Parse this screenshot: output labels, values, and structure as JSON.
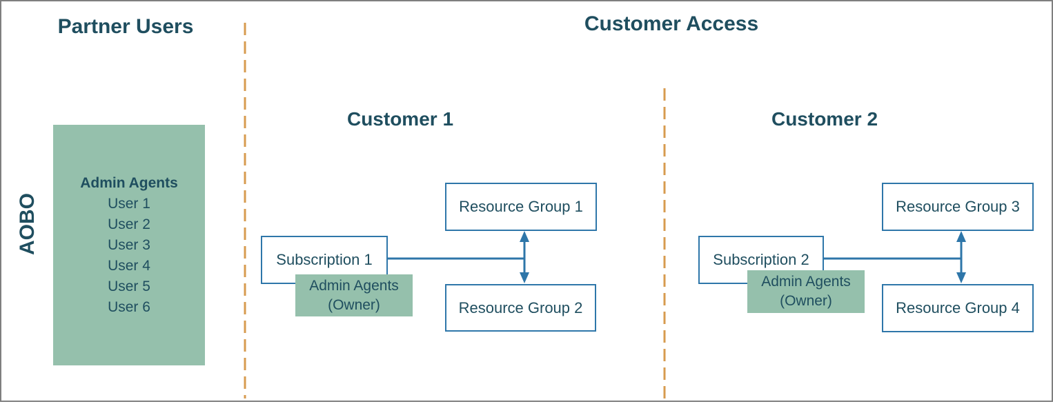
{
  "colors": {
    "text_teal": "#1F4E5F",
    "box_border_blue": "#2E76A9",
    "connector_blue": "#2E76A9",
    "green_fill": "#95C0AC",
    "dash_orange": "#D79B4F",
    "frame_gray": "#7F7F7F"
  },
  "partner": {
    "title": "Partner Users",
    "aobo_label": "AOBO",
    "admin_box": {
      "title": "Admin Agents",
      "users": [
        "User 1",
        "User 2",
        "User 3",
        "User 4",
        "User 5",
        "User 6"
      ]
    }
  },
  "customer_access": {
    "title": "Customer Access",
    "customers": [
      {
        "title": "Customer 1",
        "subscription": "Subscription 1",
        "admin_agents": [
          "Admin Agents",
          "(Owner)"
        ],
        "resource_groups": [
          "Resource Group 1",
          "Resource Group 2"
        ]
      },
      {
        "title": "Customer 2",
        "subscription": "Subscription 2",
        "admin_agents": [
          "Admin Agents",
          "(Owner)"
        ],
        "resource_groups": [
          "Resource Group 3",
          "Resource Group 4"
        ]
      }
    ]
  }
}
